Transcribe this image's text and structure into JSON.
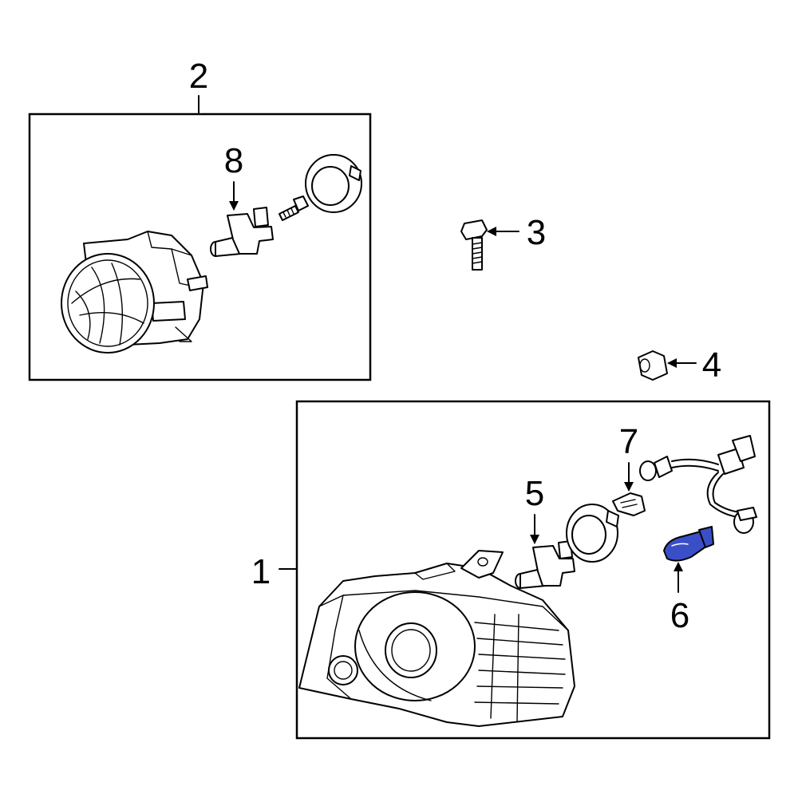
{
  "callouts": {
    "c1": "1",
    "c2": "2",
    "c3": "3",
    "c4": "4",
    "c5": "5",
    "c6": "6",
    "c7": "7",
    "c8": "8"
  },
  "colors": {
    "highlight_part": "#3a4fc7",
    "line": "#000000",
    "background": "#ffffff"
  }
}
